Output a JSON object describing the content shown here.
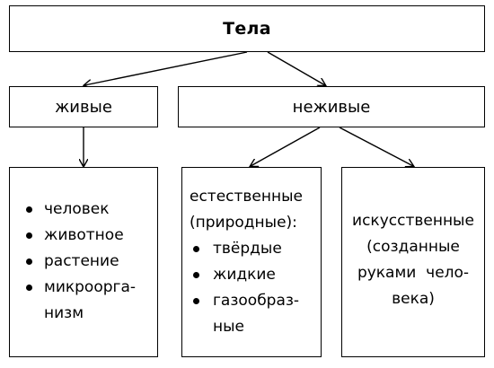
{
  "root": {
    "label": "Тела"
  },
  "living": {
    "label": "живые",
    "items": [
      "человек",
      "животное",
      "растение",
      "микроорга-",
      "низм"
    ]
  },
  "nonliving": {
    "label": "неживые"
  },
  "natural": {
    "heading": [
      "естественные",
      "(природные):"
    ],
    "items": [
      "твёрдые",
      "жидкие",
      "газообраз-",
      "ные"
    ]
  },
  "artificial": {
    "lines": [
      "искусственные",
      "(созданные",
      "руками  чело-",
      "века)"
    ]
  }
}
